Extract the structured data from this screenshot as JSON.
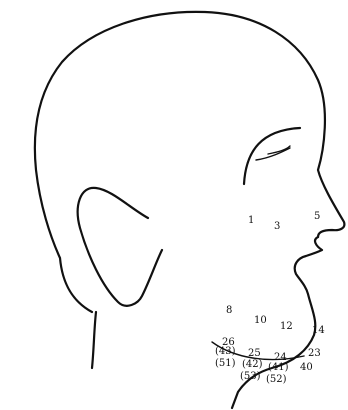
{
  "diagram": {
    "type": "head-profile-line-drawing",
    "labels": [
      {
        "id": "l1",
        "text": "1"
      },
      {
        "id": "l3",
        "text": "3"
      },
      {
        "id": "l5",
        "text": "5"
      },
      {
        "id": "l8",
        "text": "8"
      },
      {
        "id": "l10",
        "text": "10"
      },
      {
        "id": "l12",
        "text": "12"
      },
      {
        "id": "l14",
        "text": "14"
      },
      {
        "id": "l26",
        "text": "26"
      },
      {
        "id": "l43",
        "text": "(43)"
      },
      {
        "id": "l51",
        "text": "(51)"
      },
      {
        "id": "l25",
        "text": "25"
      },
      {
        "id": "l24",
        "text": "24"
      },
      {
        "id": "l23",
        "text": "23"
      },
      {
        "id": "l40",
        "text": "40"
      },
      {
        "id": "l42",
        "text": "(42)"
      },
      {
        "id": "l41",
        "text": "(41)"
      },
      {
        "id": "l53",
        "text": "(53)"
      },
      {
        "id": "l52",
        "text": "(52)"
      }
    ]
  }
}
